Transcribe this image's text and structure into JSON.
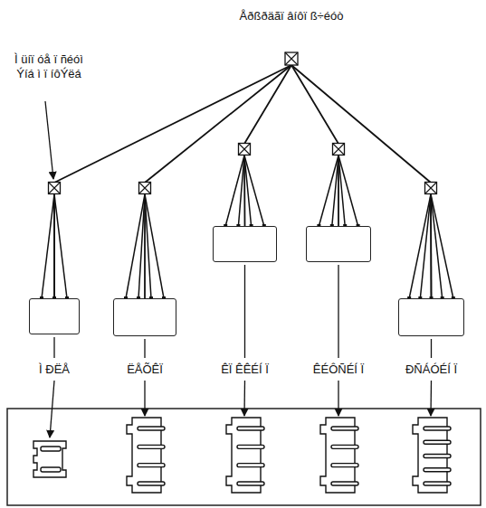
{
  "diagram": {
    "nodes": [
      {
        "text": [
          "Åðßðäãï âíôï ß÷éóò"
        ]
      },
      {
        "text": [
          "Ì ÐËÅ"
        ]
      },
      {
        "text": [
          "ËÅÕÊÏ"
        ]
      },
      {
        "text": [
          "ÊÏ ÊÊÉÍ Ï"
        ]
      },
      {
        "text": [
          "ÊÉÔÑÉÍ Ï"
        ]
      },
      {
        "text": [
          "ÐÑÁÓÉÍ Ï"
        ]
      }
    ],
    "edges": [
      {
        "from": 0,
        "to": 1,
        "arrow": "none"
      },
      {
        "from": 0,
        "to": 2,
        "arrow": "none"
      },
      {
        "from": 0,
        "to": 3,
        "arrow": "none"
      },
      {
        "from": 0,
        "to": 4,
        "arrow": "none"
      },
      {
        "from": 0,
        "to": 5,
        "arrow": "none"
      }
    ],
    "labels": [
      "Ì üíï óå ï ñéóì Ýíá ì ï íôÝëá"
    ]
  }
}
